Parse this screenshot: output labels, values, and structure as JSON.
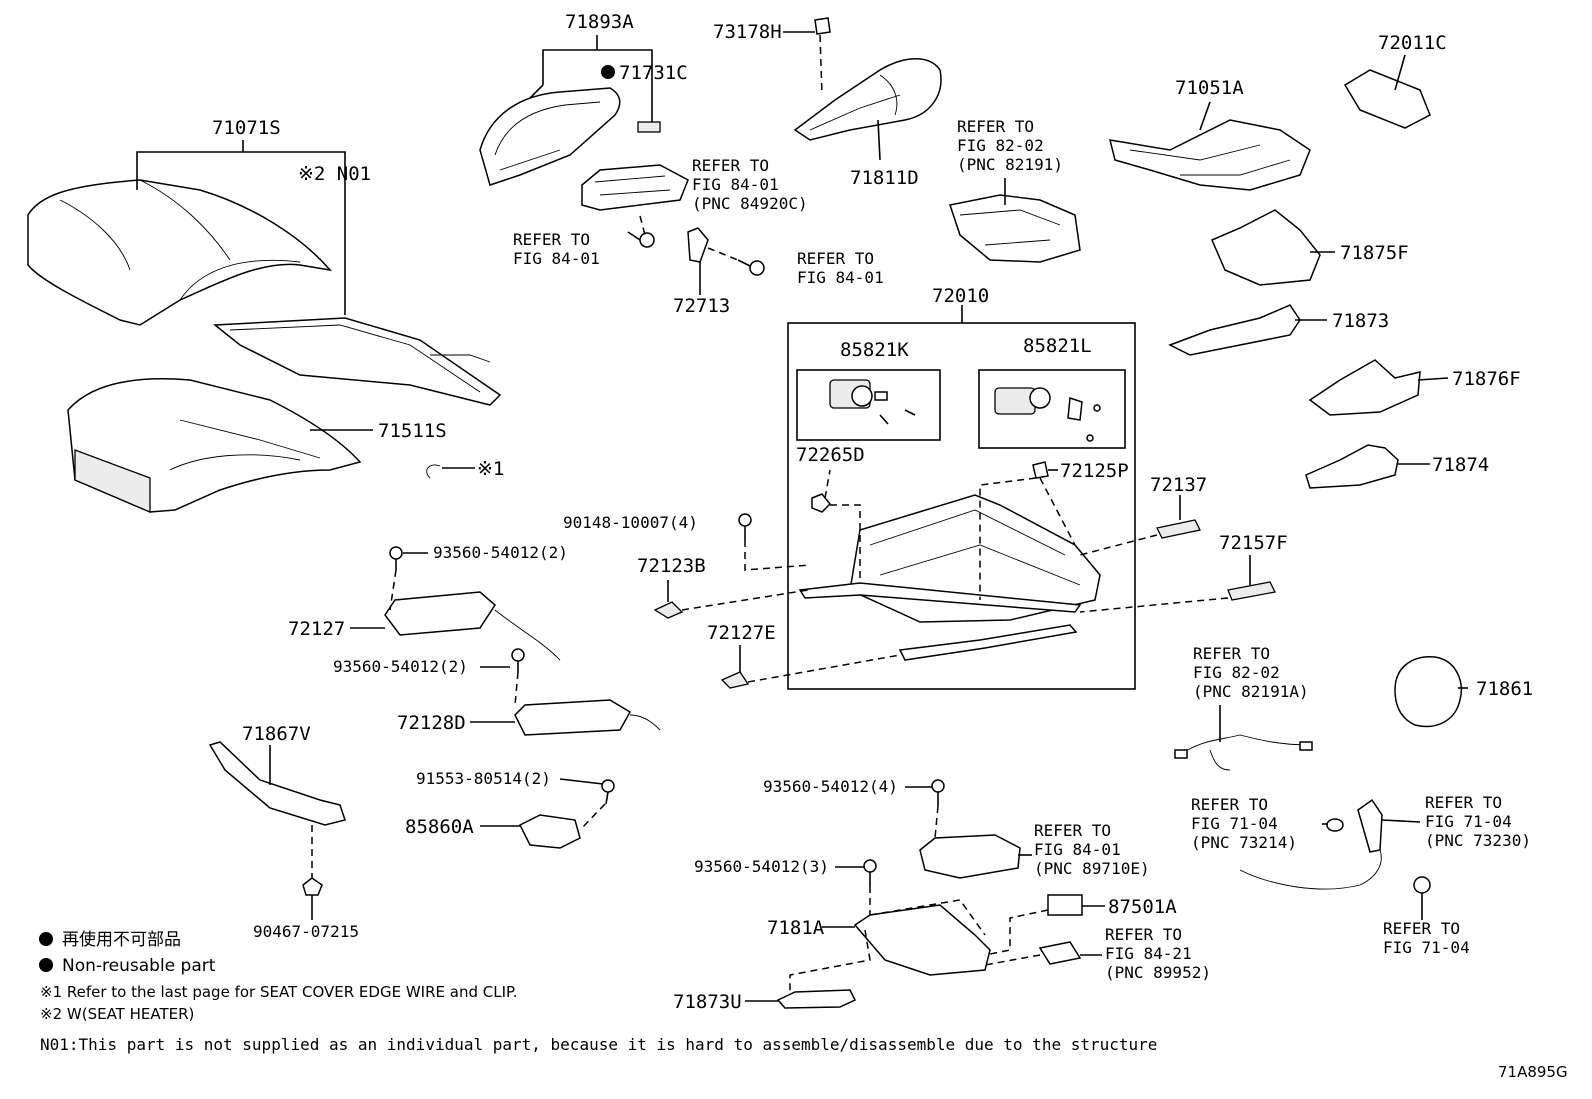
{
  "parts": {
    "p71893A": "71893A",
    "p71731C": "71731C",
    "p73178H": "73178H",
    "p72011C": "72011C",
    "p71071S": "71071S",
    "pN01": "※2 N01",
    "p71811D": "71811D",
    "p71051A": "71051A",
    "p71875F": "71875F",
    "p72713": "72713",
    "p72010": "72010",
    "p71873": "71873",
    "p85821K": "85821K",
    "p85821L": "85821L",
    "p71876F": "71876F",
    "p71511S": "71511S",
    "pNote1": "※1",
    "p72265D": "72265D",
    "p72125P": "72125P",
    "p71874": "71874",
    "p72137": "72137",
    "p90148": "90148-10007(4)",
    "p72157F": "72157F",
    "p93560a": "93560-54012(2)",
    "p72123B": "72123B",
    "p72127": "72127",
    "p72127E": "72127E",
    "p93560b": "93560-54012(2)",
    "p71861": "71861",
    "p72128D": "72128D",
    "p71867V": "71867V",
    "p91553": "91553-80514(2)",
    "p93560c": "93560-54012(4)",
    "p85860A": "85860A",
    "p93560d": "93560-54012(3)",
    "p90467": "90467-07215",
    "p7181A": "7181A",
    "p87501A": "87501A",
    "p71873U": "71873U"
  },
  "refs": {
    "r1": [
      "REFER TO",
      "FIG 82-02",
      "(PNC 82191)"
    ],
    "r2": [
      "REFER TO",
      "FIG 84-01",
      "(PNC 84920C)"
    ],
    "r3": [
      "REFER TO",
      "FIG 84-01"
    ],
    "r4": [
      "REFER TO",
      "FIG 84-01"
    ],
    "r5": [
      "REFER TO",
      "FIG 82-02",
      "(PNC 82191A)"
    ],
    "r6": [
      "REFER TO",
      "FIG 71-04",
      "(PNC 73214)"
    ],
    "r7": [
      "REFER TO",
      "FIG 71-04",
      "(PNC 73230)"
    ],
    "r8": [
      "REFER TO",
      "FIG 84-01",
      "(PNC 89710E)"
    ],
    "r9": [
      "REFER TO",
      "FIG 71-04"
    ],
    "r10": [
      "REFER TO",
      "FIG 84-21",
      "(PNC 89952)"
    ]
  },
  "legend": {
    "jp": "再使用不可部品",
    "en": "Non-reusable part",
    "note1": "※1 Refer to the last page for SEAT COVER EDGE WIRE and CLIP.",
    "note2": "※2 W(SEAT HEATER)",
    "n01": "N01:This part is not supplied as an individual part, because it is hard to assemble/disassemble due to the structure"
  },
  "figure_code": "71A895G"
}
